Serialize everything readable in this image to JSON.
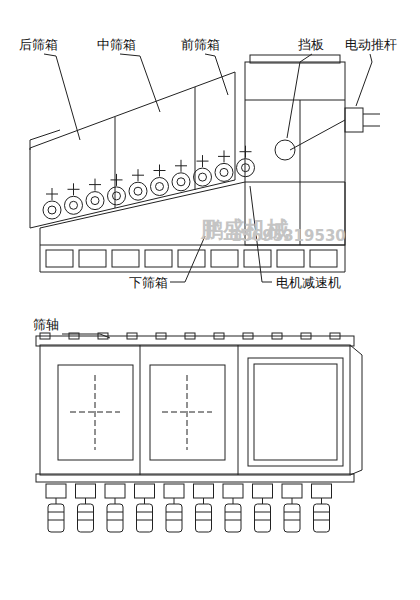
{
  "diagram": {
    "labels": [
      "后筛箱",
      "中筛箱",
      "前筛箱",
      "挡板",
      "电动推杆",
      "筛轴",
      "下筛箱",
      "电机减速机",
      "鹏盛机械",
      "15695319530"
    ]
  }
}
